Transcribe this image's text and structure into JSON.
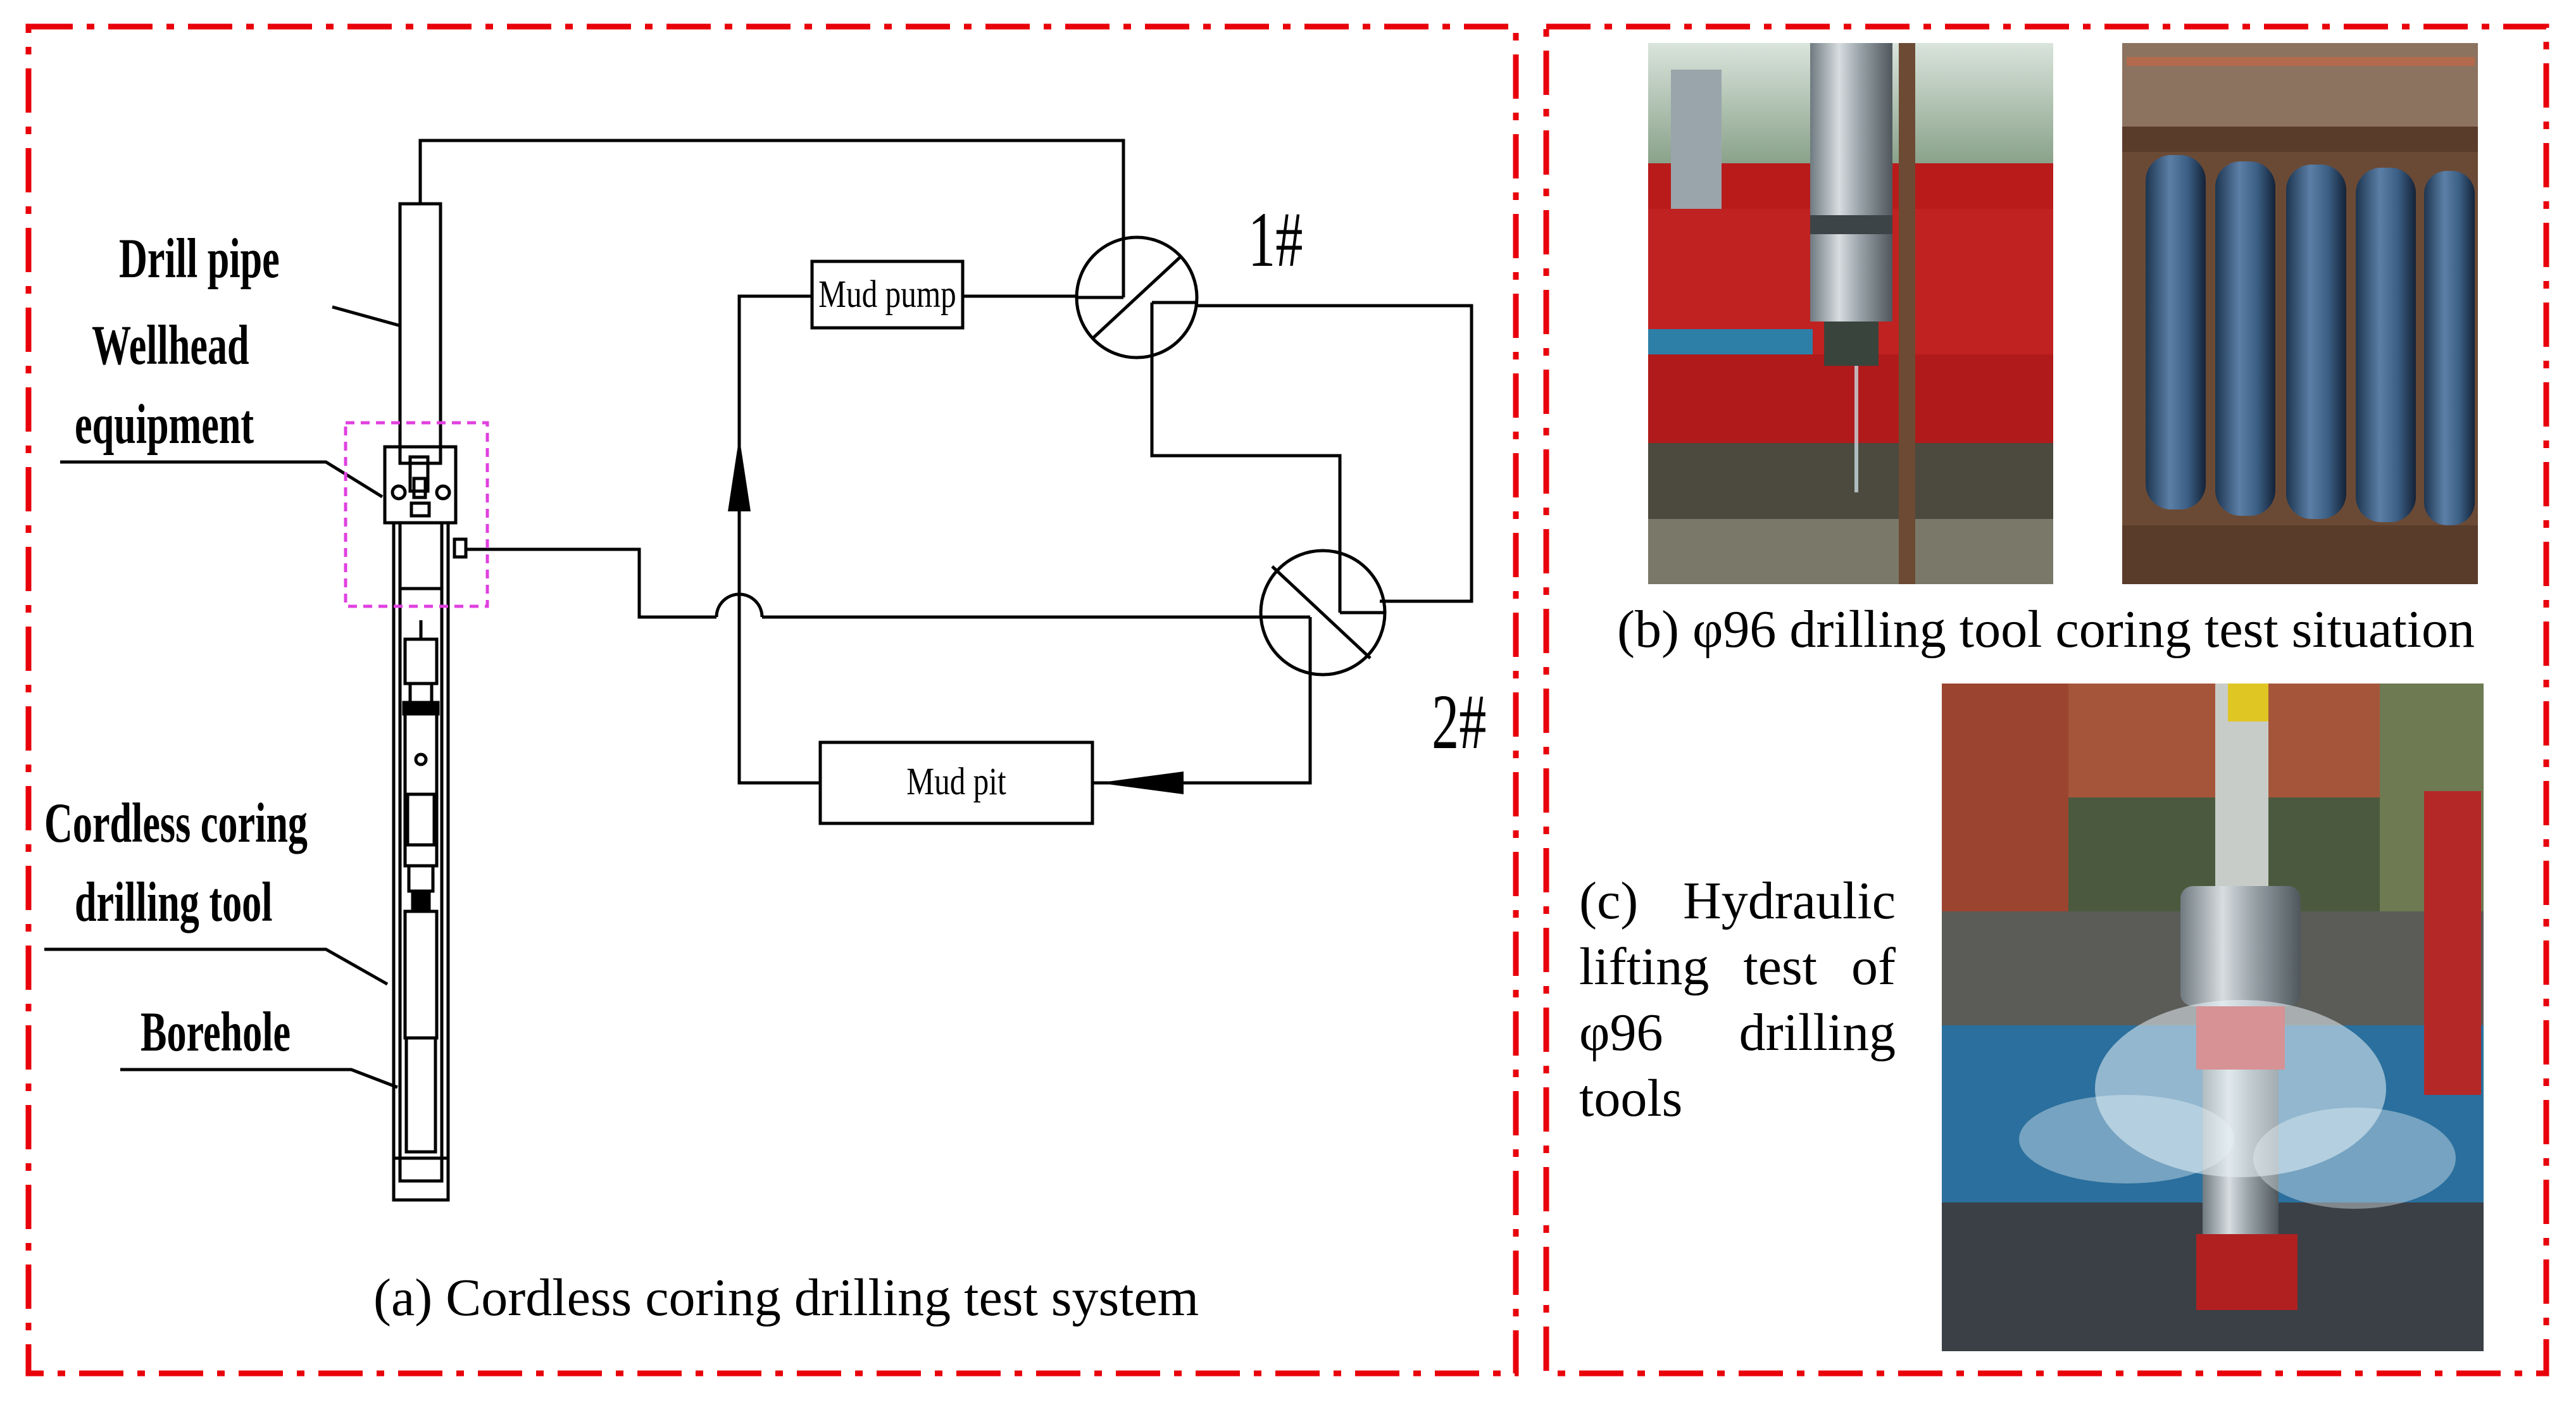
{
  "panel_a": {
    "labels": {
      "drill_pipe": "Drill pipe",
      "wellhead_line1": "Wellhead",
      "wellhead_line2": "equipment",
      "cordless_line1": "Cordless coring",
      "cordless_line2": "drilling tool",
      "borehole": "Borehole"
    },
    "boxes": {
      "mud_pump": "Mud pump",
      "mud_pit": "Mud pit"
    },
    "valves": {
      "valve_1": "1#",
      "valve_2": "2#"
    },
    "caption": "(a) Cordless coring drilling test system"
  },
  "panel_b": {
    "caption": "(b) φ96 drilling tool coring test situation",
    "photos": [
      "core-barrel-on-rig-photo",
      "core-samples-in-tray-photo"
    ]
  },
  "panel_c": {
    "caption_lines": [
      "(c) Hydraulic",
      "lifting test of",
      "φ96 drilling",
      "tools"
    ],
    "photos": [
      "hydraulic-lifting-test-photo"
    ]
  },
  "colors": {
    "border_red": "#e8000b",
    "wellhead_dashed": "#e040e0",
    "line_black": "#000000"
  }
}
